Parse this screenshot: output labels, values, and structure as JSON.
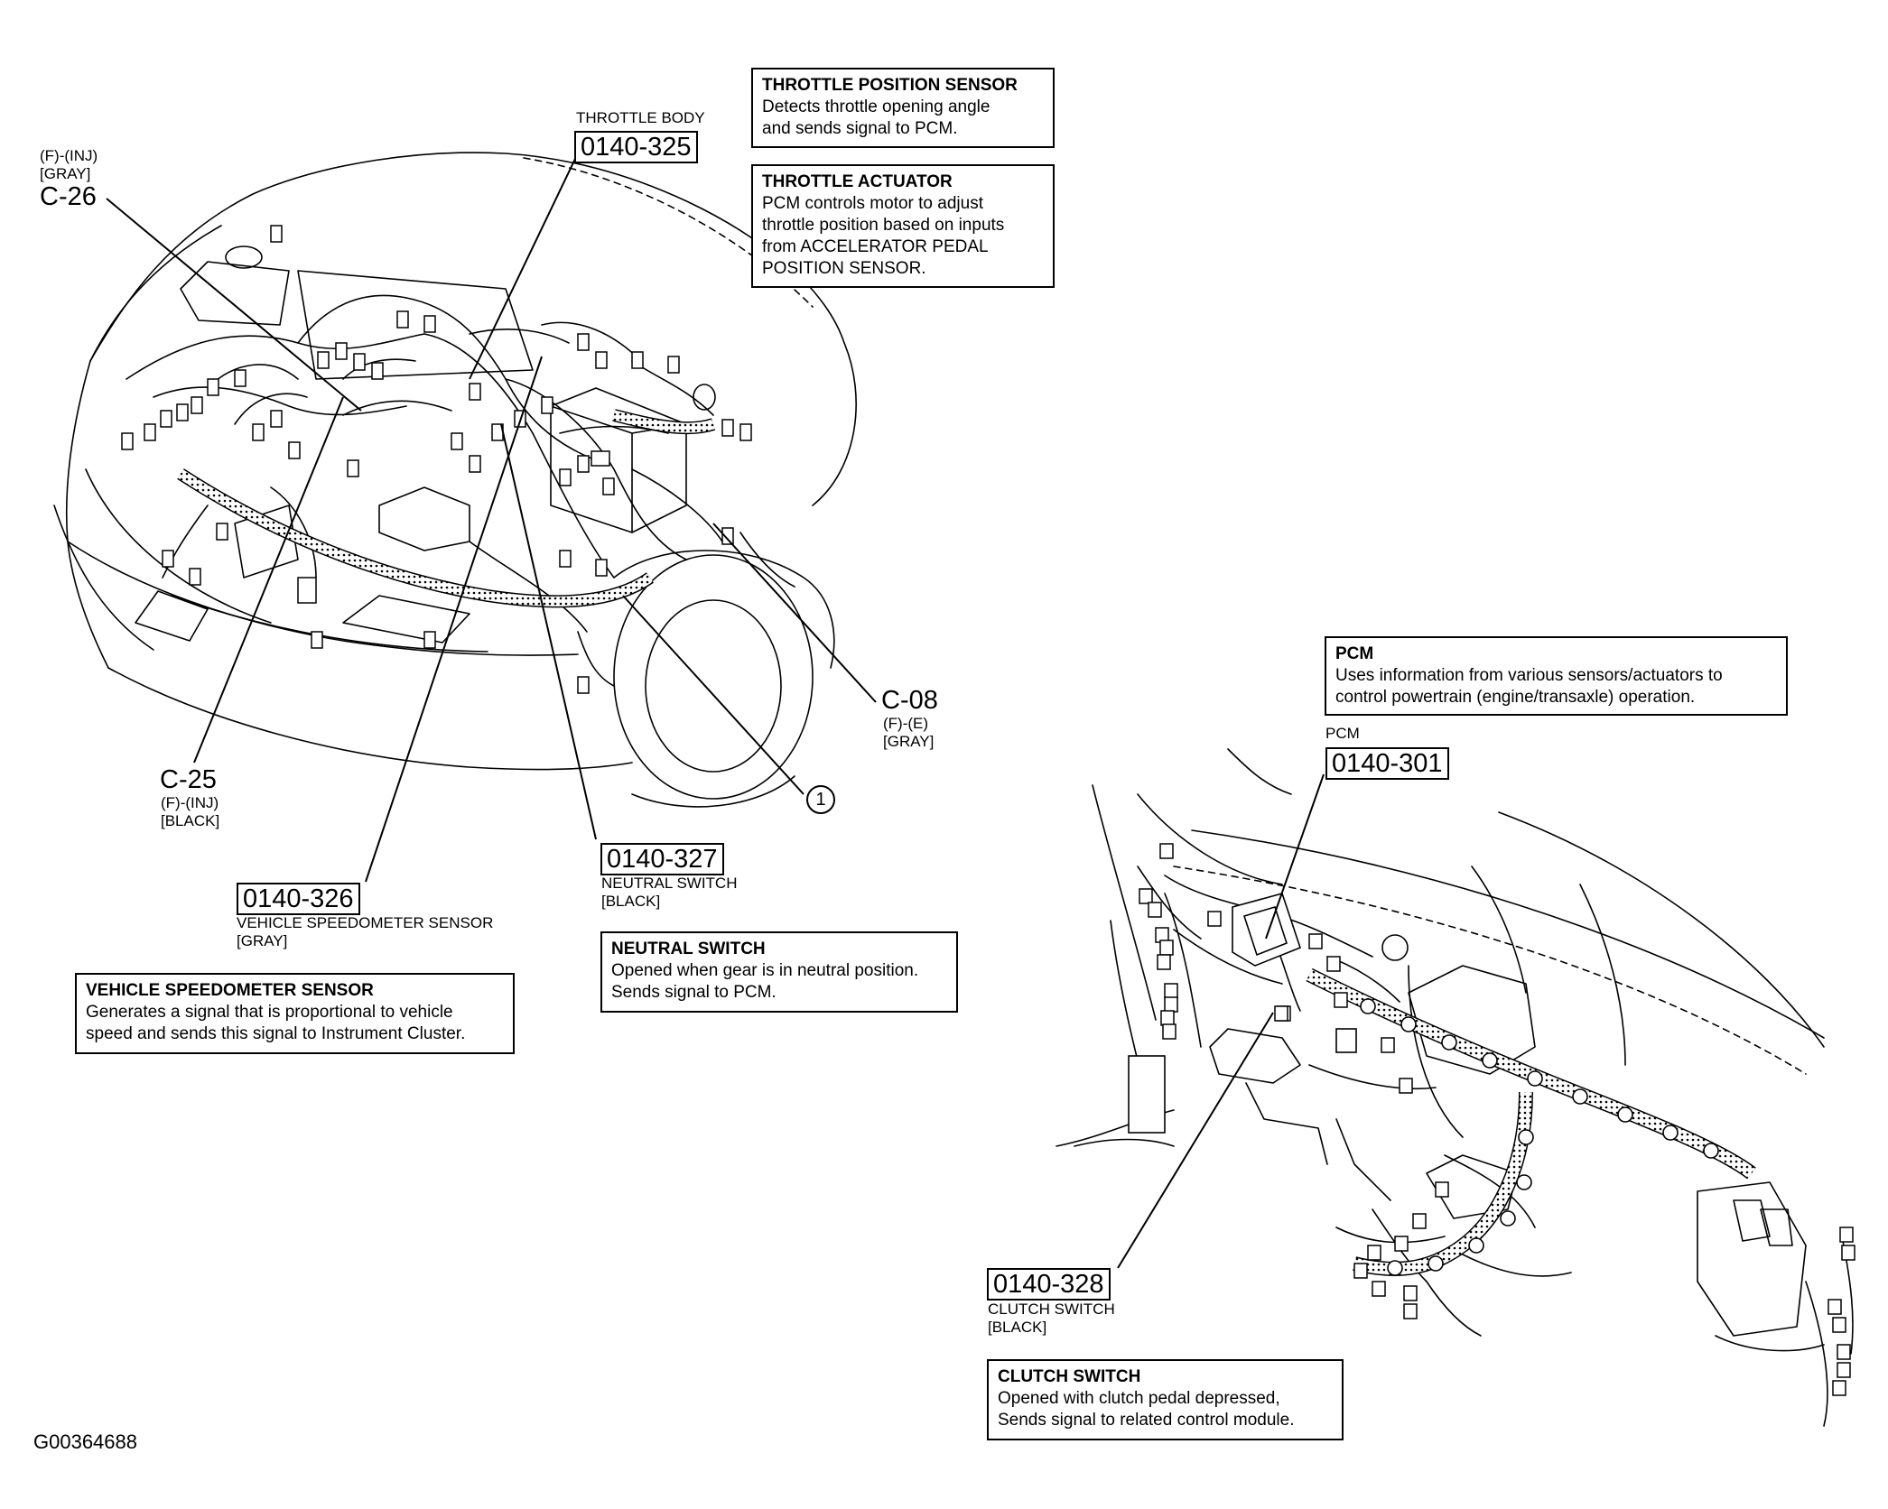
{
  "figure_code": "G00364688",
  "connectors": {
    "c26": {
      "id": "C-26",
      "spec": "(F)-(INJ)",
      "color": "[GRAY]"
    },
    "c25": {
      "id": "C-25",
      "spec": "(F)-(INJ)",
      "color": "[BLACK]"
    },
    "c08": {
      "id": "C-08",
      "spec": "(F)-(E)",
      "color": "[GRAY]"
    }
  },
  "callout_number": "1",
  "parts": {
    "throttle_body": {
      "name": "THROTTLE BODY",
      "number": "0140-325"
    },
    "speedometer": {
      "number": "0140-326",
      "name": "VEHICLE SPEEDOMETER SENSOR",
      "color": "[GRAY]"
    },
    "neutral": {
      "number": "0140-327",
      "name": "NEUTRAL SWITCH",
      "color": "[BLACK]"
    },
    "pcm": {
      "name": "PCM",
      "number": "0140-301"
    },
    "clutch": {
      "number": "0140-328",
      "name": "CLUTCH SWITCH",
      "color": "[BLACK]"
    }
  },
  "descriptions": {
    "tps": {
      "title": "THROTTLE POSITION SENSOR",
      "body": "Detects throttle opening angle\nand sends signal to PCM."
    },
    "actuator": {
      "title": "THROTTLE ACTUATOR",
      "body": "PCM controls motor to adjust\nthrottle position based on inputs\nfrom ACCELERATOR PEDAL\nPOSITION SENSOR."
    },
    "vss": {
      "title": "VEHICLE SPEEDOMETER SENSOR",
      "body": "Generates a signal that is proportional to vehicle\nspeed and sends this signal to Instrument Cluster."
    },
    "neutral": {
      "title": "NEUTRAL SWITCH",
      "body": "Opened when gear is in neutral position.\nSends signal to PCM."
    },
    "pcm": {
      "title": "PCM",
      "body": "Uses information from various sensors/actuators to\ncontrol powertrain (engine/transaxle) operation."
    },
    "clutch": {
      "title": "CLUTCH SWITCH",
      "body": "Opened with clutch pedal depressed,\nSends signal to related control module."
    }
  }
}
